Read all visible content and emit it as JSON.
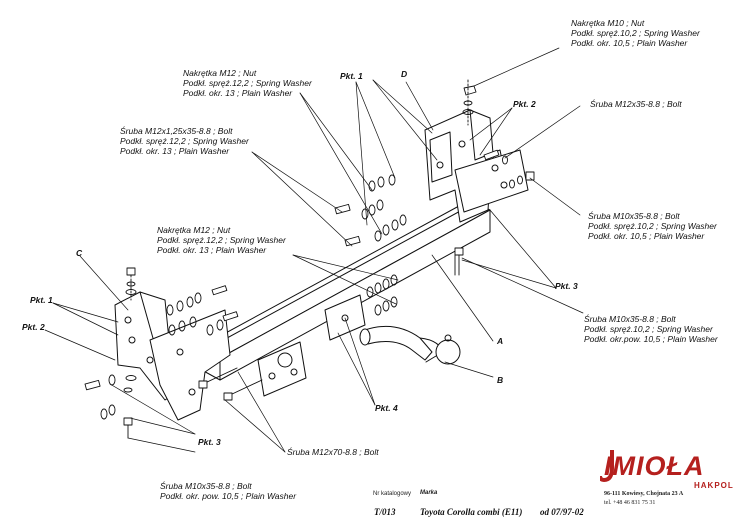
{
  "labels": {
    "nut_m10": [
      "Nakrętka  M10 ; Nut",
      "Podkł. spręż.10,2 ; Spring Washer",
      "Podkł. okr. 10,5 ; Plain Washer"
    ],
    "nut_m12_top": [
      "Nakrętka  M12 ; Nut",
      "Podkł. spręż.12,2 ; Spring Washer",
      "Podkł. okr. 13 ; Plain Washer"
    ],
    "bolt_m12x125": [
      "Śruba M12x1,25x35-8.8 ;  Bolt",
      "Podkł. spręż.12,2 ; Spring Washer",
      "Podkł. okr. 13 ; Plain Washer"
    ],
    "bolt_m12x35": [
      "Śruba M12x35-8.8 ;  Bolt"
    ],
    "bolt_m10_right": [
      "Śruba M10x35-8.8 ;  Bolt",
      "Podkł. spręż.10,2 ; Spring Washer",
      "Podkł. okr. 10,5 ; Plain Washer"
    ],
    "nut_m12_mid": [
      "Nakrętka  M12 ; Nut",
      "Podkł. spręż.12,2 ; Spring Washer",
      "Podkł. okr. 13 ; Plain Washer"
    ],
    "bolt_m10_right2": [
      "Śruba M10x35-8.8 ;  Bolt",
      "Podkł. spręż.10,2 ; Spring Washer",
      "Podkł. okr.pow. 10,5 ; Plain Washer"
    ],
    "bolt_m12x70": [
      "Śruba M12x70-8.8 ;  Bolt"
    ],
    "bolt_m10_bottom": [
      "Śruba M10x35-8.8 ;  Bolt",
      "Podkł. okr. pow. 10,5 ; Plain Washer"
    ]
  },
  "tags": {
    "pkt1_top": "Pkt. 1",
    "pkt2_top": "Pkt. 2",
    "pkt3_right": "Pkt. 3",
    "pkt1_left": "Pkt. 1",
    "pkt2_left": "Pkt. 2",
    "pkt3_bottom": "Pkt. 3",
    "pkt4": "Pkt. 4",
    "d": "D",
    "c": "C",
    "a": "A",
    "b": "B"
  },
  "footer": {
    "nr_caption": "Nr katalogowy",
    "marka_caption": "Marka",
    "code": "T/013",
    "model": "Toyota Corolla combi (E11)",
    "years": "od 07/97-02",
    "address": "96-111 Kowiesy,  Chojnata 23 A",
    "phone": "tel. +48 46 831 75 31"
  },
  "brand": {
    "name": "IMIOŁA",
    "sub": "HAKPOL",
    "color": "#b5201e"
  }
}
